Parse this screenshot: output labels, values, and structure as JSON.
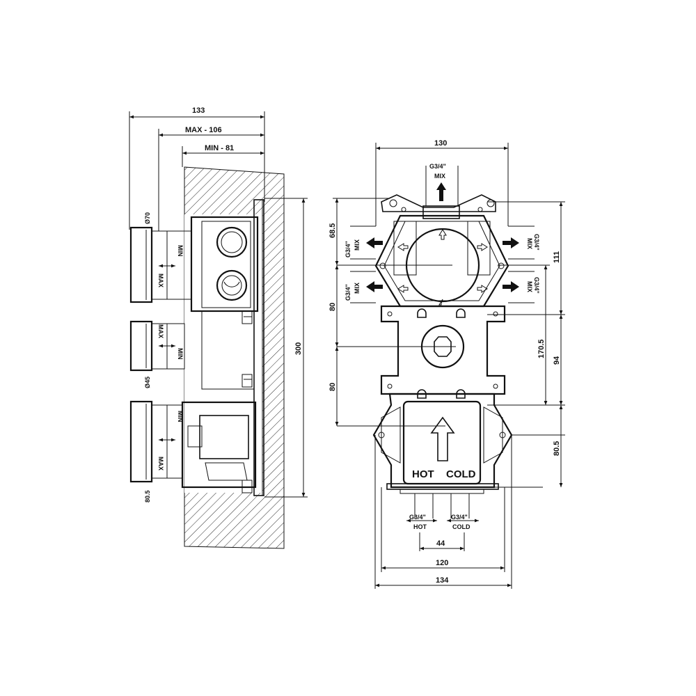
{
  "side_view": {
    "dim_overall_depth": "133",
    "dim_max_depth": "MAX - 106",
    "dim_min_depth": "MIN - 81",
    "dim_height": "300",
    "dim_top_diameter": "Ø70",
    "dim_mid_diameter": "Ø45",
    "dim_bottom_offset": "80.5",
    "label_min": "MIN",
    "label_max": "MAX"
  },
  "front_view": {
    "dim_top_width": "130",
    "dim_width_120": "120",
    "dim_width_134": "134",
    "dim_inlet_spacing": "44",
    "dim_top_offset": "68.5",
    "dim_upper_80": "80",
    "dim_lower_80": "80",
    "dim_170_5": "170.5",
    "dim_111": "111",
    "dim_94": "94",
    "dim_80_5": "80.5",
    "thread_size": "G3/4\"",
    "label_mix": "MIX",
    "label_hot": "HOT",
    "label_cold": "COLD"
  }
}
